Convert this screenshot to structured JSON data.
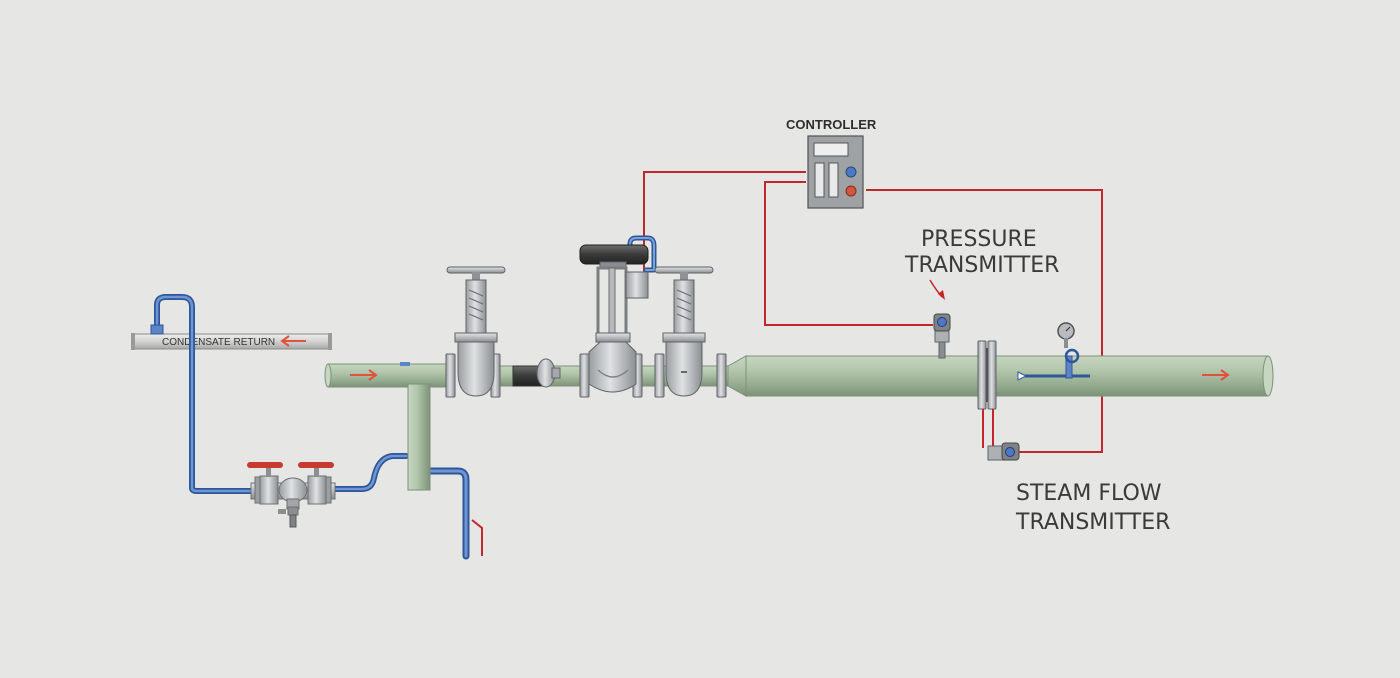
{
  "labels": {
    "controller": "CONTROLLER",
    "pressure_transmitter_line1": "PRESSURE",
    "pressure_transmitter_line2": "TRANSMITTER",
    "steam_flow_transmitter_line1": "STEAM FLOW",
    "steam_flow_transmitter_line2": "TRANSMITTER",
    "condensate_return": "CONDENSATE RETURN"
  },
  "colors": {
    "background": "#e6e6e4",
    "steam_pipe": "#a9bea3",
    "condensate_pipe": "#4a73b8",
    "signal_wire": "#c3262b",
    "valve_body": "#b0b3b5",
    "flow_arrow": "#e0533b"
  }
}
